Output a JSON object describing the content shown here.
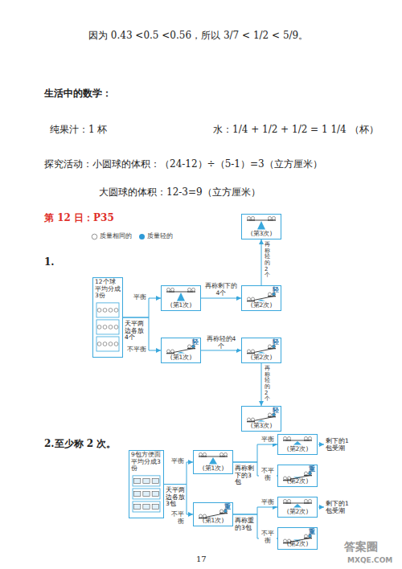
{
  "diagram": {
    "nodes": [
      {
        "text": [
          "12个球平均分成3份"
        ]
      },
      {
        "text": [
          "(第1次)"
        ]
      },
      {
        "text": [
          "轻",
          "(第2次)"
        ]
      },
      {
        "text": [
          "(第3次)"
        ]
      },
      {
        "text": [
          "轻",
          "(第1次)"
        ]
      },
      {
        "text": [
          "轻",
          "(第2次)"
        ]
      },
      {
        "text": [
          "轻",
          "(第3次)"
        ]
      },
      {
        "text": [
          "9包方便面平均分成3份"
        ]
      },
      {
        "text": [
          "(第1次)"
        ]
      },
      {
        "text": [
          "重",
          "(第1次)"
        ]
      },
      {
        "text": [
          "(第2次)"
        ]
      },
      {
        "text": [
          "重",
          "(第2次)"
        ]
      },
      {
        "text": [
          "(第2次)"
        ]
      },
      {
        "text": [
          "重",
          "(第2次)"
        ]
      }
    ],
    "edges": [
      {
        "from": 0,
        "to": 1,
        "arrow": "to",
        "label": "平衡"
      },
      {
        "from": 0,
        "to": 4,
        "arrow": "to",
        "label": "不平衡"
      },
      {
        "from": 1,
        "to": 2,
        "arrow": "to",
        "label": "再称剩下的4个"
      },
      {
        "from": 2,
        "to": 3,
        "arrow": "to",
        "label": "再称轻的2个"
      },
      {
        "from": 4,
        "to": 5,
        "arrow": "to",
        "label": "再称轻的4个"
      },
      {
        "from": 5,
        "to": 6,
        "arrow": "to",
        "label": "再称轻的2个"
      },
      {
        "from": 7,
        "to": 8,
        "arrow": "to",
        "label": "平衡"
      },
      {
        "from": 7,
        "to": 9,
        "arrow": "to",
        "label": "不平衡"
      },
      {
        "from": 8,
        "to": 10,
        "arrow": "to",
        "label": "平衡"
      },
      {
        "from": 8,
        "to": 11,
        "arrow": "to",
        "label": "不平衡"
      },
      {
        "from": 9,
        "to": 12,
        "arrow": "to",
        "label": "平衡"
      },
      {
        "from": 9,
        "to": 13,
        "arrow": "to",
        "label": "不平衡"
      }
    ],
    "labels": [
      "因为 0.43 <0.5 <0.56，所以 3/7 < 1/2 < 5/9。",
      "生活中的数学：",
      "纯果汁：1 杯",
      "水：1/4 + 1/2 + 1/2 = 1 1/4 （杯）",
      "探究活动：小圆球的体积：（24-12）÷（5-1）=3（立方厘米）",
      "大圆球的体积：12-3=9（立方厘米）",
      "第 12 日：P35",
      "1.",
      "天平两边各放4个",
      "2.至少称 2 次。",
      "天平两边各放3包",
      "再称剩下的3包",
      "再称重的3包",
      "剩下的1包受潮",
      "剩下的1包受潮",
      "17",
      "答案圈",
      "MXQE.COM"
    ],
    "legend": [
      {
        "text": "质量相同的"
      },
      {
        "text": "质量轻的",
        "color": "#2f9ad6"
      }
    ]
  }
}
